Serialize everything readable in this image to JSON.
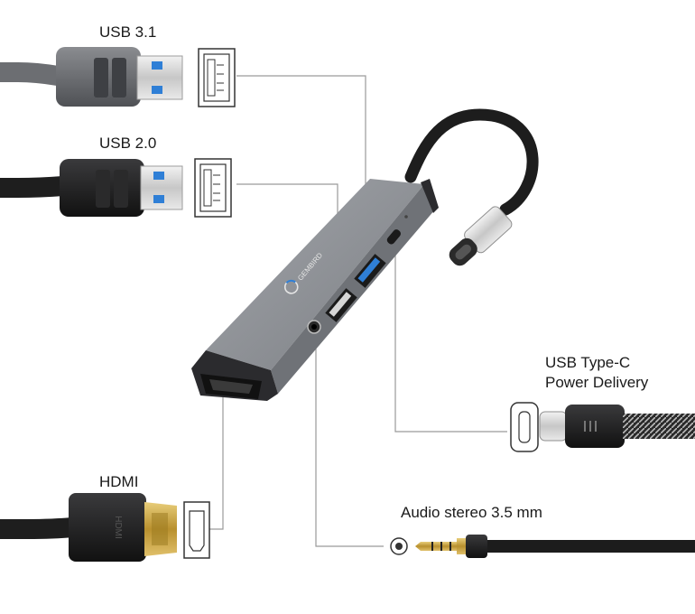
{
  "labels": {
    "usb31": "USB 3.1",
    "usb20": "USB 2.0",
    "usbc_line1": "USB Type-C",
    "usbc_line2": "Power Delivery",
    "hdmi": "HDMI",
    "audio": "Audio stereo 3.5 mm"
  },
  "product": {
    "brand_text": "GEMBIRD",
    "hdmi_plug_text": "HDMI"
  },
  "colors": {
    "hub_body": "#8e9196",
    "hub_face": "#6d7075",
    "hub_edge": "#2b2b2e",
    "usb3_blue": "#2f7fd6",
    "cable_black": "#1c1c1c",
    "gold": "#c9a441",
    "leader_line": "#9a9a9a"
  }
}
